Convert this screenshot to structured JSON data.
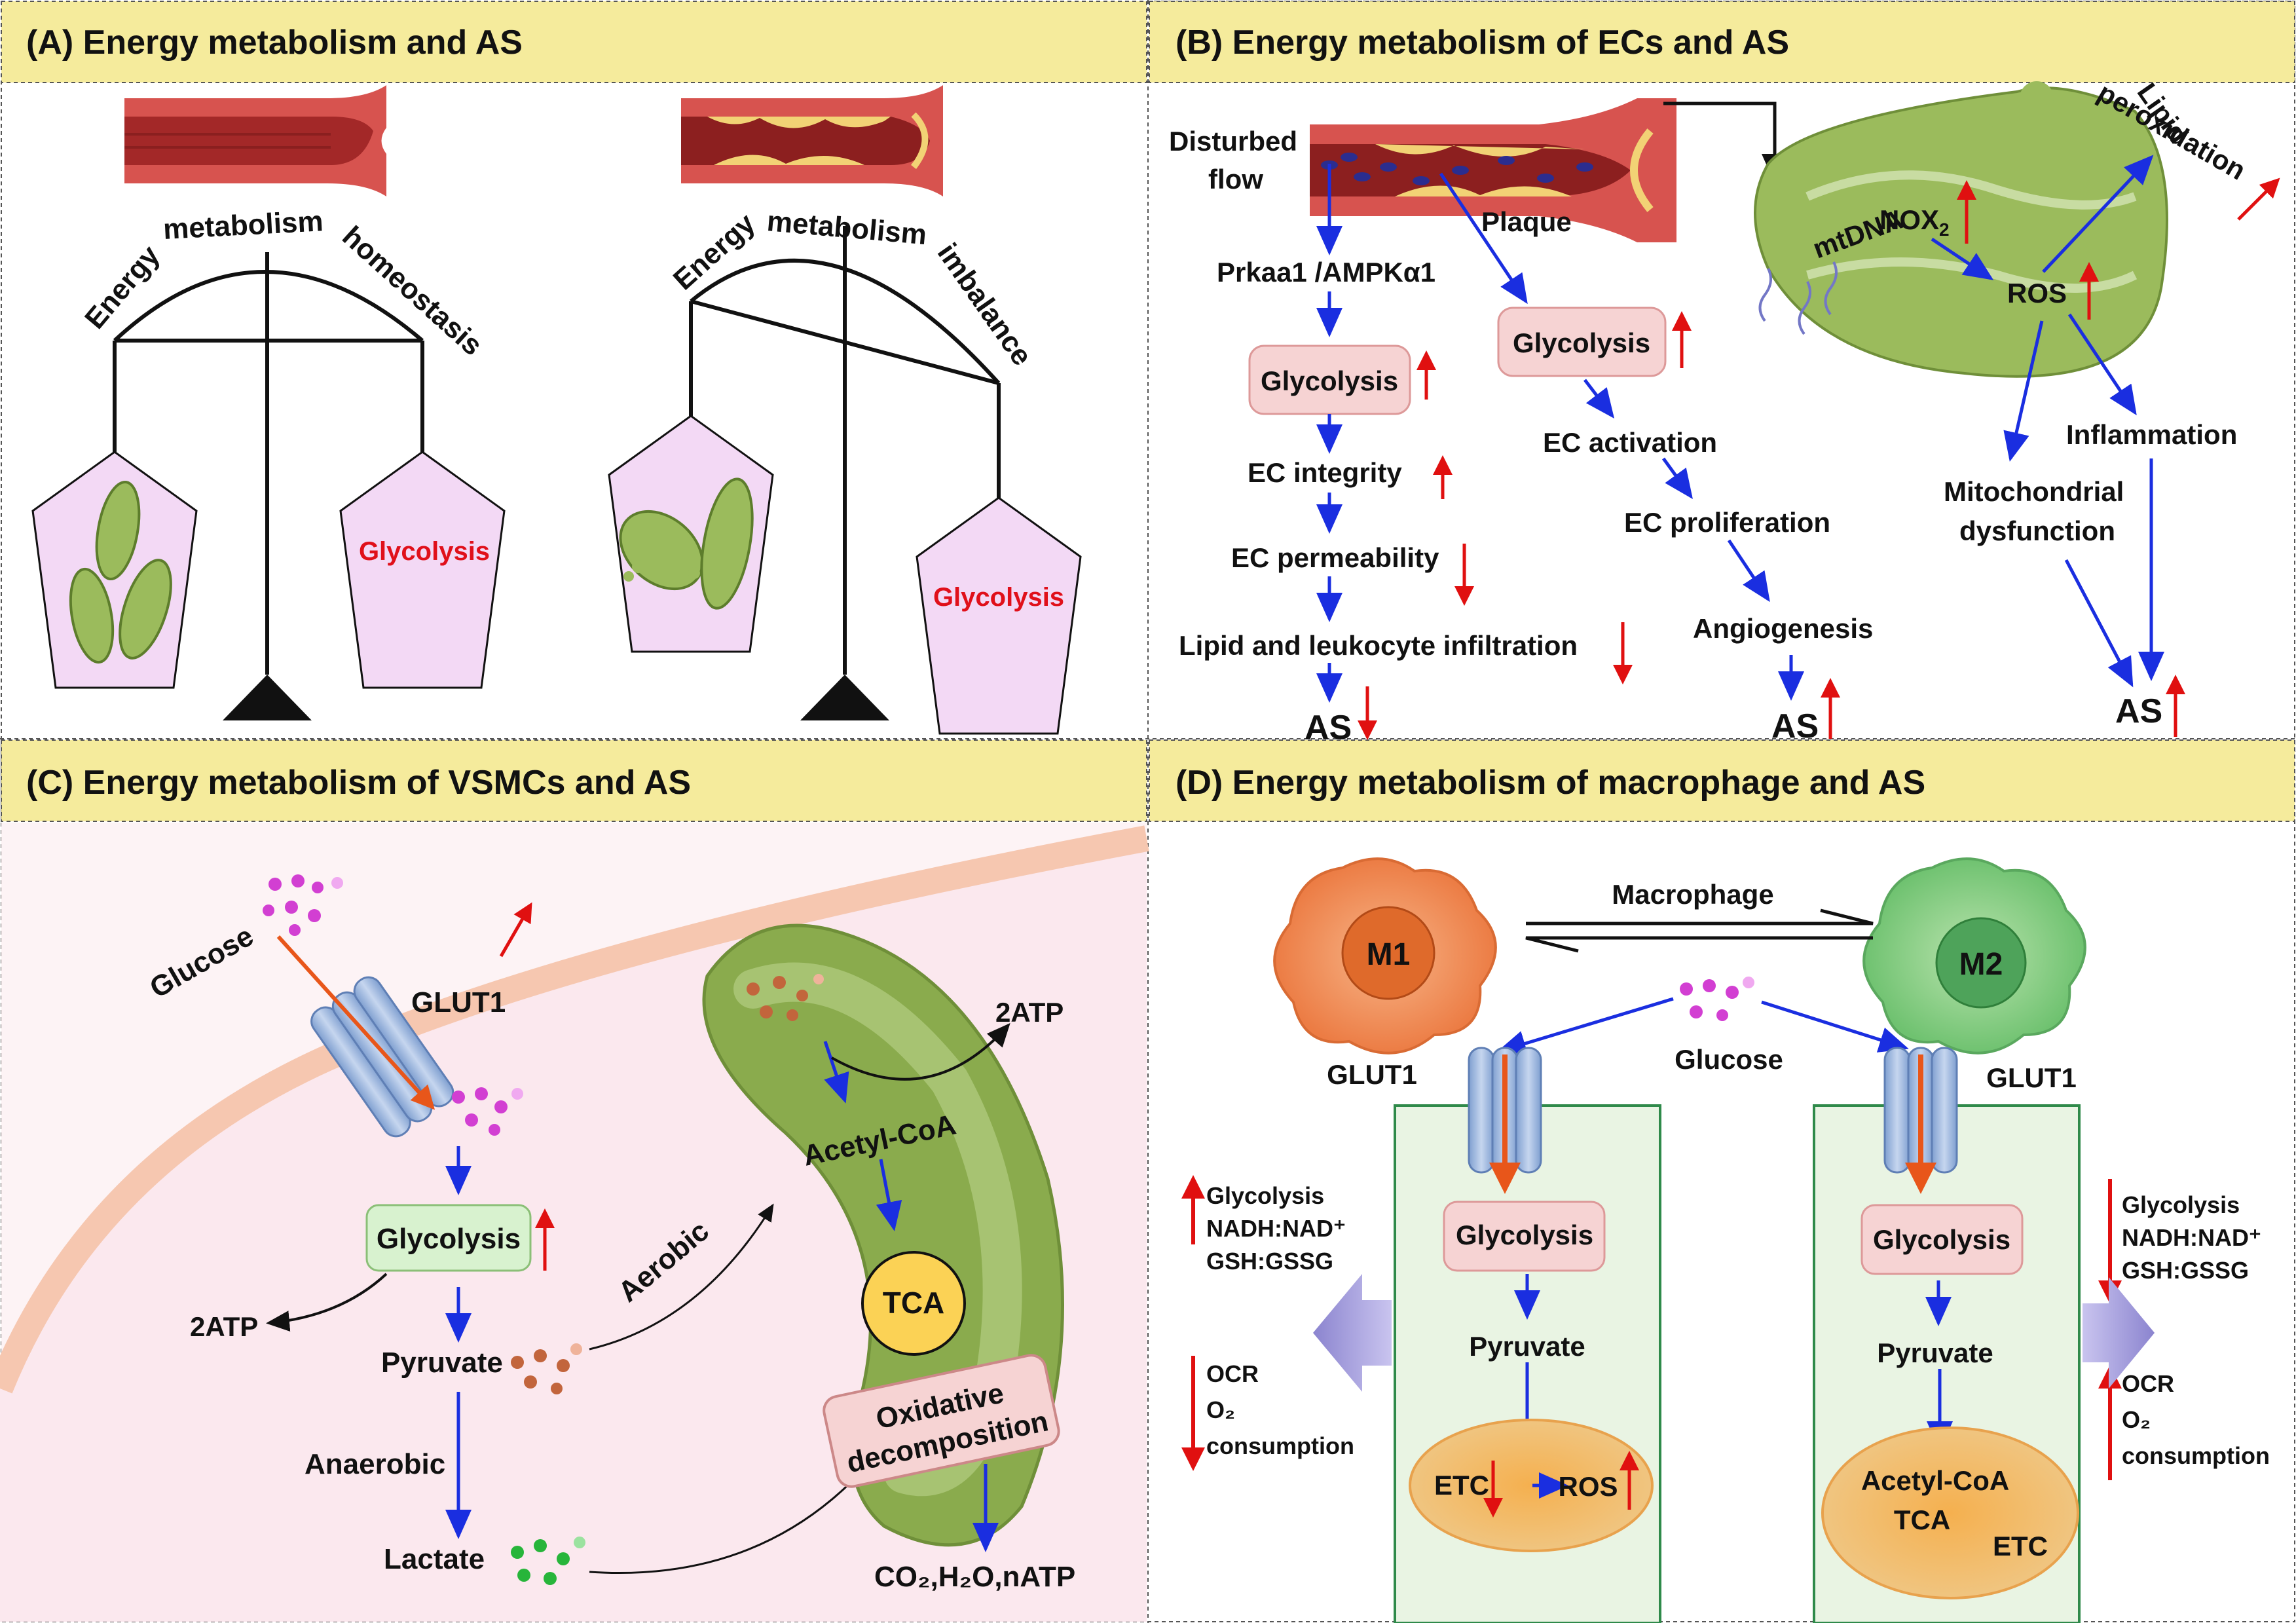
{
  "panels": {
    "a": {
      "title": "(A) Energy metabolism and AS"
    },
    "b": {
      "title": "(B) Energy metabolism of ECs and AS"
    },
    "c": {
      "title": "(C) Energy metabolism of VSMCs and AS"
    },
    "d": {
      "title": "(D) Energy metabolism of macrophage and AS"
    }
  },
  "panel_a": {
    "left_arc_words": [
      "Energy",
      "metabolism",
      "homeostasis"
    ],
    "right_arc_words": [
      "Energy",
      "metabolism",
      "imbalance"
    ],
    "glycolysis_left": "Glycolysis",
    "glycolysis_right": "Glycolysis"
  },
  "panel_b": {
    "disturbed_1": "Disturbed",
    "disturbed_2": "flow",
    "plaque": "Plaque",
    "prkaa1": "Prkaa1 /AMPKα1",
    "glycolysis_left": "Glycolysis",
    "glycolysis_mid": "Glycolysis",
    "ec_integrity": "EC integrity",
    "ec_permeability": "EC permeability",
    "lipid_leukocyte": "Lipid and leukocyte infiltration",
    "as_left": "AS",
    "ec_activation": "EC activation",
    "ec_proliferation": "EC proliferation",
    "angiogenesis": "Angiogenesis",
    "as_mid": "AS",
    "mtdna": "mtDNA",
    "nox2": "NOX",
    "nox2_sub": "2",
    "ros": "ROS",
    "lipid": "Lipid",
    "peroxidation": "peroxidation",
    "inflammation": "Inflammation",
    "mito_1": "Mitochondrial",
    "mito_2": "dysfunction",
    "as_right": "AS"
  },
  "panel_c": {
    "glucose": "Glucose",
    "glut1": "GLUT1",
    "glycolysis": "Glycolysis",
    "atp_left": "2ATP",
    "pyruvate": "Pyruvate",
    "anaerobic": "Anaerobic",
    "lactate": "Lactate",
    "aerobic": "Aerobic",
    "atp_top": "2ATP",
    "acetyl": "Acetyl-CoA",
    "tca": "TCA",
    "oxidative_1": "Oxidative",
    "oxidative_2": "decomposition",
    "products": "CO₂,H₂O,nATP"
  },
  "panel_d": {
    "m1": "M1",
    "m2": "M2",
    "macrophage": "Macrophage",
    "glucose": "Glucose",
    "glut1_left": "GLUT1",
    "glut1_right": "GLUT1",
    "glycolysis_left": "Glycolysis",
    "glycolysis_right": "Glycolysis",
    "pyruvate_left": "Pyruvate",
    "pyruvate_right": "Pyruvate",
    "etc_left": "ETC",
    "ros": "ROS",
    "acetyl_right": "Acetyl-CoA",
    "tca_right": "TCA",
    "etc_right": "ETC",
    "side_left": [
      "Glycolysis",
      "NADH:NAD⁺",
      "GSH:GSSG"
    ],
    "ocr_left": [
      "OCR",
      "O₂",
      "consumption"
    ],
    "side_right": [
      "Glycolysis",
      "NADH:NAD⁺",
      "GSH:GSSG"
    ],
    "ocr_right": [
      "OCR",
      "O₂",
      "consumption"
    ]
  },
  "colors": {
    "header": "#f5eb9c",
    "blue_arrow": "#1a2ee0",
    "red_arrow": "#e01010",
    "pink_box": "#f6d3d3",
    "mito_green": "#8aab4d",
    "pentagon": "#f3d9f5",
    "cell_green": "#e9f4e3"
  }
}
